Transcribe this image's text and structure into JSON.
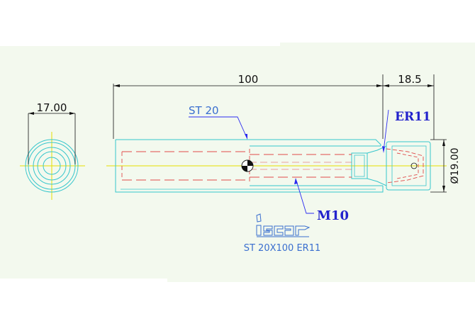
{
  "drawing": {
    "part_label": "ST 20X100 ER11",
    "brand": "iscar"
  },
  "dimensions": {
    "end_view_diameter": "17.00",
    "overall_length": "100",
    "collet_length": "18.5",
    "collet_diameter": "Ø19.00"
  },
  "callouts": {
    "shank": "ST 20",
    "collet_type": "ER11",
    "thread": "M10"
  },
  "colors": {
    "paper": "#f3f9ee",
    "outline": "#36c6cc",
    "hidden_line": "#e04a4a",
    "center_line": "#e6e000",
    "dimension": "#111111",
    "callout_text": "#2222cc",
    "leader": "#2a2af0",
    "label_text": "#3a6fcf",
    "logo": "#3a6fcf"
  }
}
